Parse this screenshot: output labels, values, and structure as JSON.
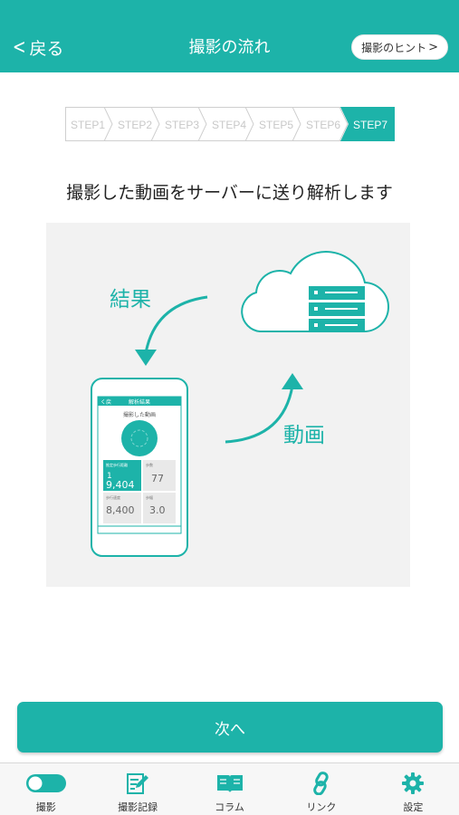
{
  "header": {
    "back_label": "戻る",
    "title": "撮影の流れ",
    "hint_label": "撮影のヒント"
  },
  "steps": {
    "items": [
      "STEP1",
      "STEP2",
      "STEP3",
      "STEP4",
      "STEP5",
      "STEP6",
      "STEP7"
    ],
    "active_index": 6
  },
  "instruction": "撮影した動画をサーバーに送り解析します",
  "illustration": {
    "result_label": "結果",
    "video_label": "動画",
    "phone": {
      "nav_back": "く戻",
      "nav_title": "解析結果",
      "subtitle": "撮影した動画",
      "tile1_label": "推定歩行距離",
      "tile1_value_top": "1",
      "tile1_value": "9,404",
      "tile2_label": "歩数",
      "tile2_value": "77",
      "tile3_label": "歩行速度",
      "tile3_value": "8,400",
      "tile4_label": "歩幅",
      "tile4_value": "3.0"
    }
  },
  "next_button": "次へ",
  "tabbar": {
    "items": [
      {
        "label": "撮影",
        "icon": "toggle-icon"
      },
      {
        "label": "撮影記録",
        "icon": "edit-note-icon"
      },
      {
        "label": "コラム",
        "icon": "book-icon"
      },
      {
        "label": "リンク",
        "icon": "link-icon"
      },
      {
        "label": "設定",
        "icon": "gear-icon"
      }
    ]
  },
  "colors": {
    "accent": "#1db3a9",
    "step_inactive_text": "#c8c8c8",
    "illustration_bg": "#f2f2f2"
  }
}
